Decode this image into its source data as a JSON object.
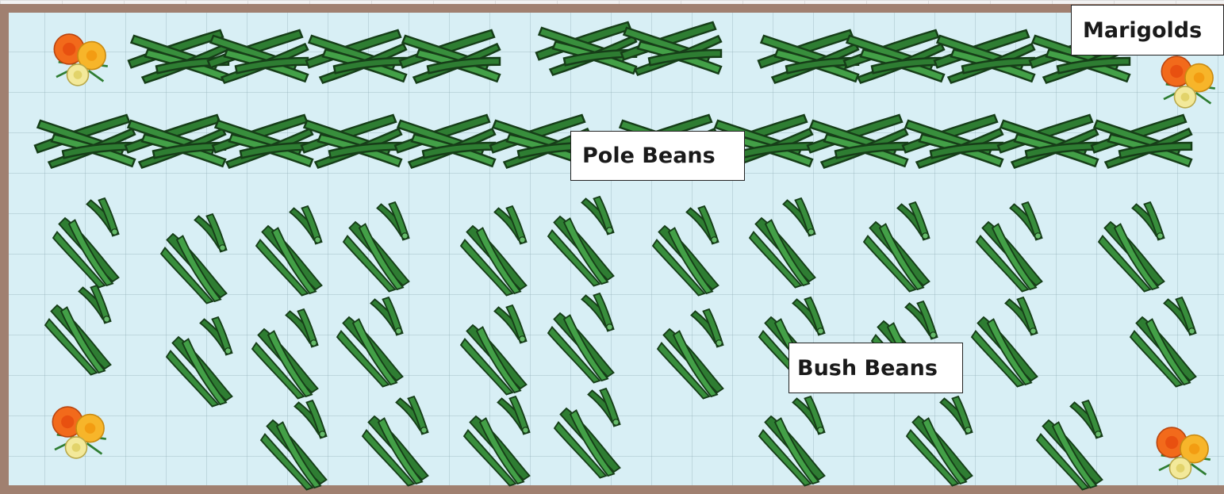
{
  "labels": {
    "marigolds": "Marigolds",
    "pole_beans": "Pole Beans",
    "bush_beans": "Bush Beans"
  },
  "colors": {
    "bed_border": "#a08070",
    "bed_fill": "#d8eff5",
    "bean_green": "#2e7d32",
    "bean_dark": "#1b4d1e",
    "marigold_orange": "#f26a1b",
    "marigold_yellow": "#f7b52a",
    "marigold_pale": "#f3e99a"
  },
  "icons": {
    "pole": "pole-bean-icon",
    "bush": "bush-bean-icon",
    "marigold": "marigold-icon"
  }
}
